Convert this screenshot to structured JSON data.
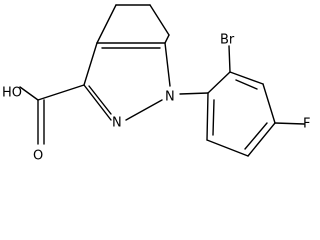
{
  "molecule": {
    "atoms": {
      "bromine": "Br",
      "hydroxyl": "HO",
      "carbonyl_oxygen": "O",
      "nitrogen_1": "N",
      "nitrogen_2": "N",
      "fluorine": "F"
    },
    "colors": {
      "bond": "#000000",
      "text": "#000000",
      "background": "#ffffff"
    }
  }
}
